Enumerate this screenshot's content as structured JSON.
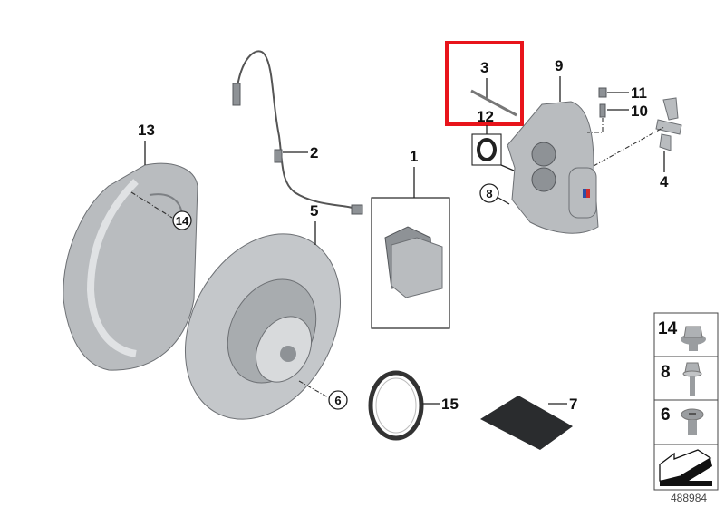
{
  "diagram": {
    "callouts": {
      "p1": "1",
      "p2": "2",
      "p3": "3",
      "p4": "4",
      "p5": "5",
      "p6": "6",
      "p7": "7",
      "p8": "8",
      "p9": "9",
      "p10": "10",
      "p11": "11",
      "p12": "12",
      "p13": "13",
      "p14": "14",
      "p15": "15"
    },
    "highlight_color": "#e8141b",
    "legend": [
      {
        "label": "14",
        "icon": "flange-hex-bolt-icon"
      },
      {
        "label": "8",
        "icon": "hex-bolt-washer-icon"
      },
      {
        "label": "6",
        "icon": "countersunk-screw-icon"
      },
      {
        "label": "",
        "icon": "direction-arrow-icon"
      }
    ],
    "image_code": "488984"
  }
}
